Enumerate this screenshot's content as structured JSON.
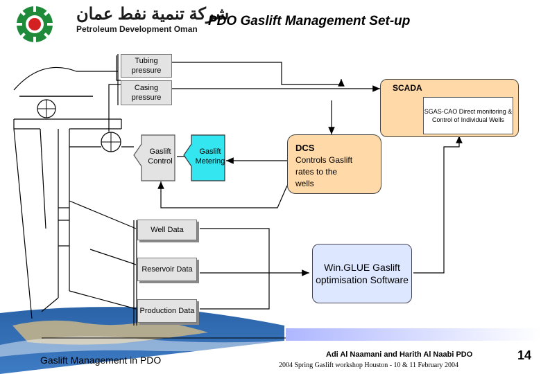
{
  "header": {
    "title": "PDO Gaslift Management Set-up",
    "logo_arabic": "شركة تنمية نفط عمان",
    "logo_english": "Petroleum Development Oman"
  },
  "boxes": {
    "tubing_pressure": "Tubing pressure",
    "casing_pressure": "Casing pressure",
    "scada": "SCADA",
    "sgas_cao": "SGAS-CAO Direct monitoring & Control of Individual Wells",
    "gaslift_control": "Gaslift Control",
    "gaslift_metering": "Gaslift Metering",
    "dcs_title": "DCS",
    "dcs_body": "Controls Gaslift rates to the wells",
    "well_data": "Well Data",
    "reservoir_data": "Reservoir Data",
    "production_data": "Production Data",
    "winglue": "Win.GLUE Gaslift optimisation Software"
  },
  "footer": {
    "left_text": "Gaslift Management in PDO",
    "authors": "Adi Al Naamani and Harith Al Naabi PDO",
    "workshop": "2004 Spring Gaslift workshop Houston - 10 & 11 February 2004",
    "page_number": "14"
  },
  "colors": {
    "scada_fill": "#ffd9a8",
    "dcs_fill": "#ffd9a8",
    "metering_fill": "#33e6f0",
    "winglue_fill": "#dde7ff",
    "logo_green": "#1f8a3a",
    "logo_red": "#d32020"
  }
}
